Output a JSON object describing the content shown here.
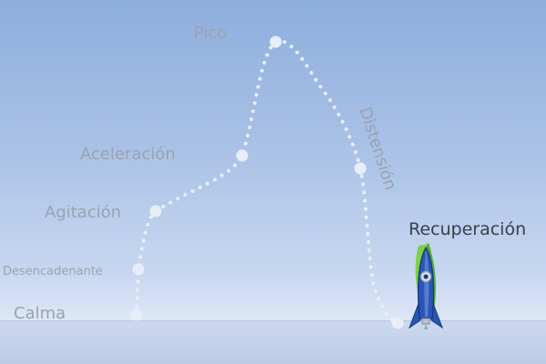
{
  "stages": [
    {
      "id": "calma",
      "label": "Calma"
    },
    {
      "id": "desencadenante",
      "label": "Desencadenante"
    },
    {
      "id": "agitacion",
      "label": "Agitación"
    },
    {
      "id": "aceleracion",
      "label": "Aceleración"
    },
    {
      "id": "pico",
      "label": "Pico"
    },
    {
      "id": "distension",
      "label": "Distensión"
    },
    {
      "id": "recuperacion",
      "label": "Recuperación"
    }
  ],
  "active_stage": "recuperacion",
  "colors": {
    "path_dots": "#e8eef8",
    "inactive_label": "#9aa3b0",
    "active_label": "#3a3f48",
    "rocket_body": "#2a55b4",
    "rocket_flame": "#7ad13b"
  },
  "icons": [
    "rocket-icon"
  ]
}
